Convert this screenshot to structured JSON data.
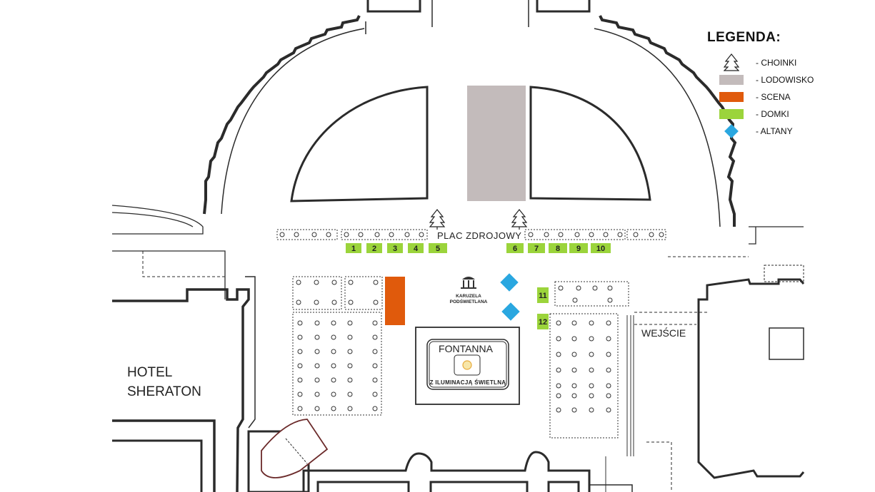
{
  "legend": {
    "title": "LEGENDA:",
    "items": [
      {
        "symbol": "tree-icon",
        "label": "- CHOINKI"
      },
      {
        "symbol": "swatch",
        "color": "#c3bbbb",
        "label": "- LODOWISKO"
      },
      {
        "symbol": "swatch",
        "color": "#e05a0c",
        "label": "- SCENA"
      },
      {
        "symbol": "swatch",
        "color": "#9bd43b",
        "label": "- DOMKI"
      },
      {
        "symbol": "diamond",
        "color": "#2aa7e0",
        "label": "- ALTANY"
      }
    ]
  },
  "labels": {
    "plac": "PLAC ZDROJOWY",
    "hotel_line1": "HOTEL",
    "hotel_line2": "SHERATON",
    "wejscie": "WEJŚCIE",
    "karuzela_line1": "KARUZELA",
    "karuzela_line2": "PODŚWIETLANA",
    "fontanna": "FONTANNA",
    "fontanna_sub": "Z ILUMINACJĄ ŚWIETLNĄ"
  },
  "domki": [
    "1",
    "2",
    "3",
    "4",
    "5",
    "6",
    "7",
    "8",
    "9",
    "10",
    "11",
    "12"
  ],
  "colors": {
    "lodowisko": "#c3bbbb",
    "scena": "#e05a0c",
    "domki": "#9bd43b",
    "altany": "#2aa7e0",
    "lines": "#2b2b2b"
  }
}
